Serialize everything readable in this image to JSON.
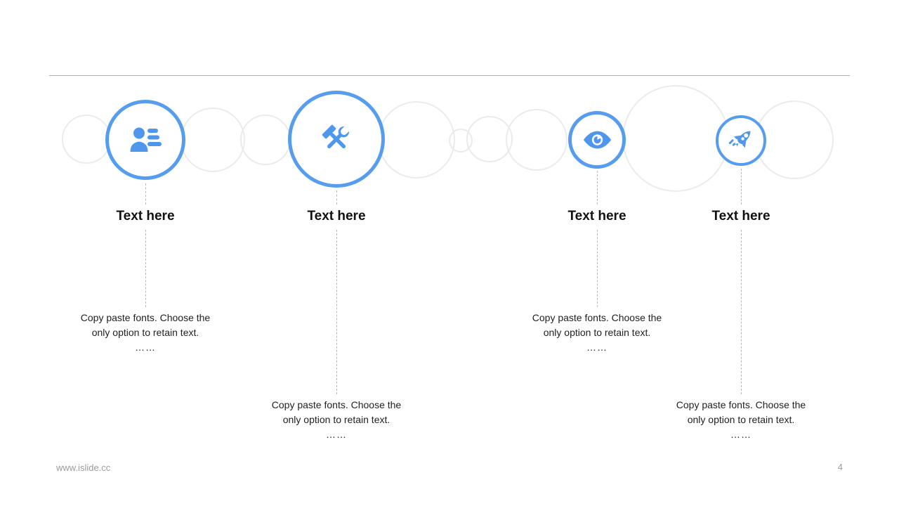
{
  "footer": {
    "url": "www.islide.cc",
    "page_number": "4"
  },
  "colors": {
    "accent_blue": "#569DEF",
    "icon_blue": "#4F97EC",
    "decorative_circle_gray": "#EBEBEB",
    "dashed_connector_gray": "#B8B8B8",
    "divider_gray": "#B0B0B0",
    "title_text": "#111111",
    "body_text": "#212121",
    "footer_text": "#9B9B9B"
  },
  "timeline": {
    "items": [
      {
        "icon": "contact-card-icon",
        "title": "Text here",
        "desc_line1": "Copy paste fonts. Choose the",
        "desc_line2": "only option to retain text.",
        "ellipsis": "……"
      },
      {
        "icon": "hammer-wrench-icon",
        "title": "Text here",
        "desc_line1": "Copy paste fonts. Choose the",
        "desc_line2": "only option to retain text.",
        "ellipsis": "……"
      },
      {
        "icon": "eye-icon",
        "title": "Text here",
        "desc_line1": "Copy paste fonts. Choose the",
        "desc_line2": "only option to retain text.",
        "ellipsis": "……"
      },
      {
        "icon": "rocket-icon",
        "title": "Text here",
        "desc_line1": "Copy paste fonts. Choose the",
        "desc_line2": "only option to retain text.",
        "ellipsis": "……"
      }
    ]
  }
}
